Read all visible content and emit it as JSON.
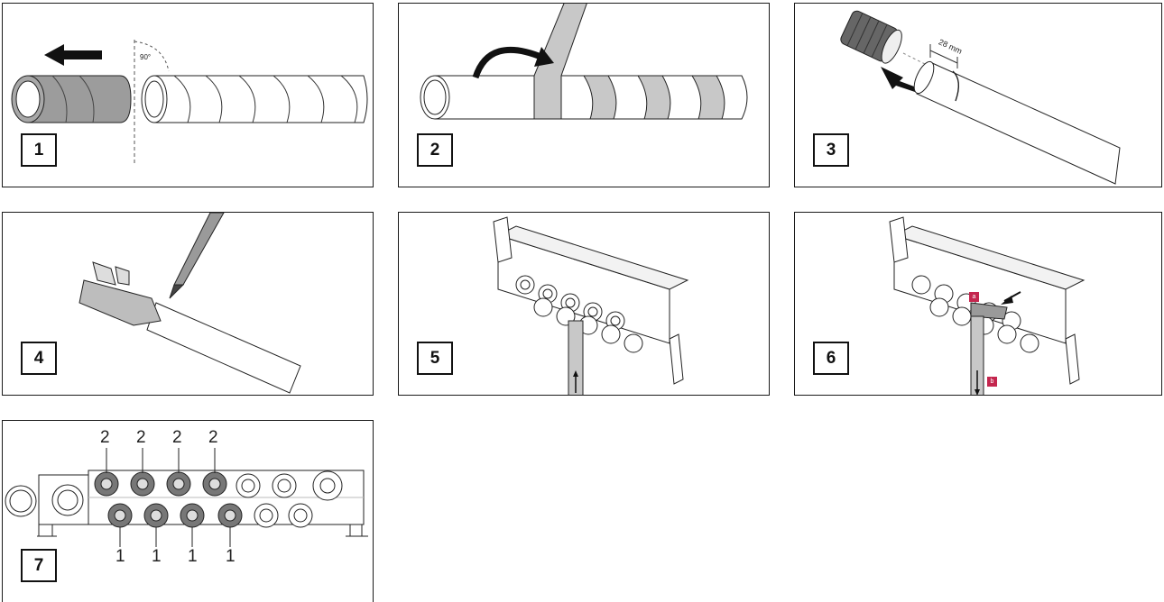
{
  "accent": "#c4264e",
  "panels": [
    {
      "step": "1",
      "angle_label": "90°"
    },
    {
      "step": "2"
    },
    {
      "step": "3",
      "measure_label": "28 mm"
    },
    {
      "step": "4"
    },
    {
      "step": "5"
    },
    {
      "step": "6",
      "tag_a": "a",
      "tag_b": "b"
    },
    {
      "step": "7",
      "top_numbers": [
        "2",
        "2",
        "2",
        "2"
      ],
      "bottom_numbers": [
        "1",
        "1",
        "1",
        "1"
      ]
    }
  ]
}
